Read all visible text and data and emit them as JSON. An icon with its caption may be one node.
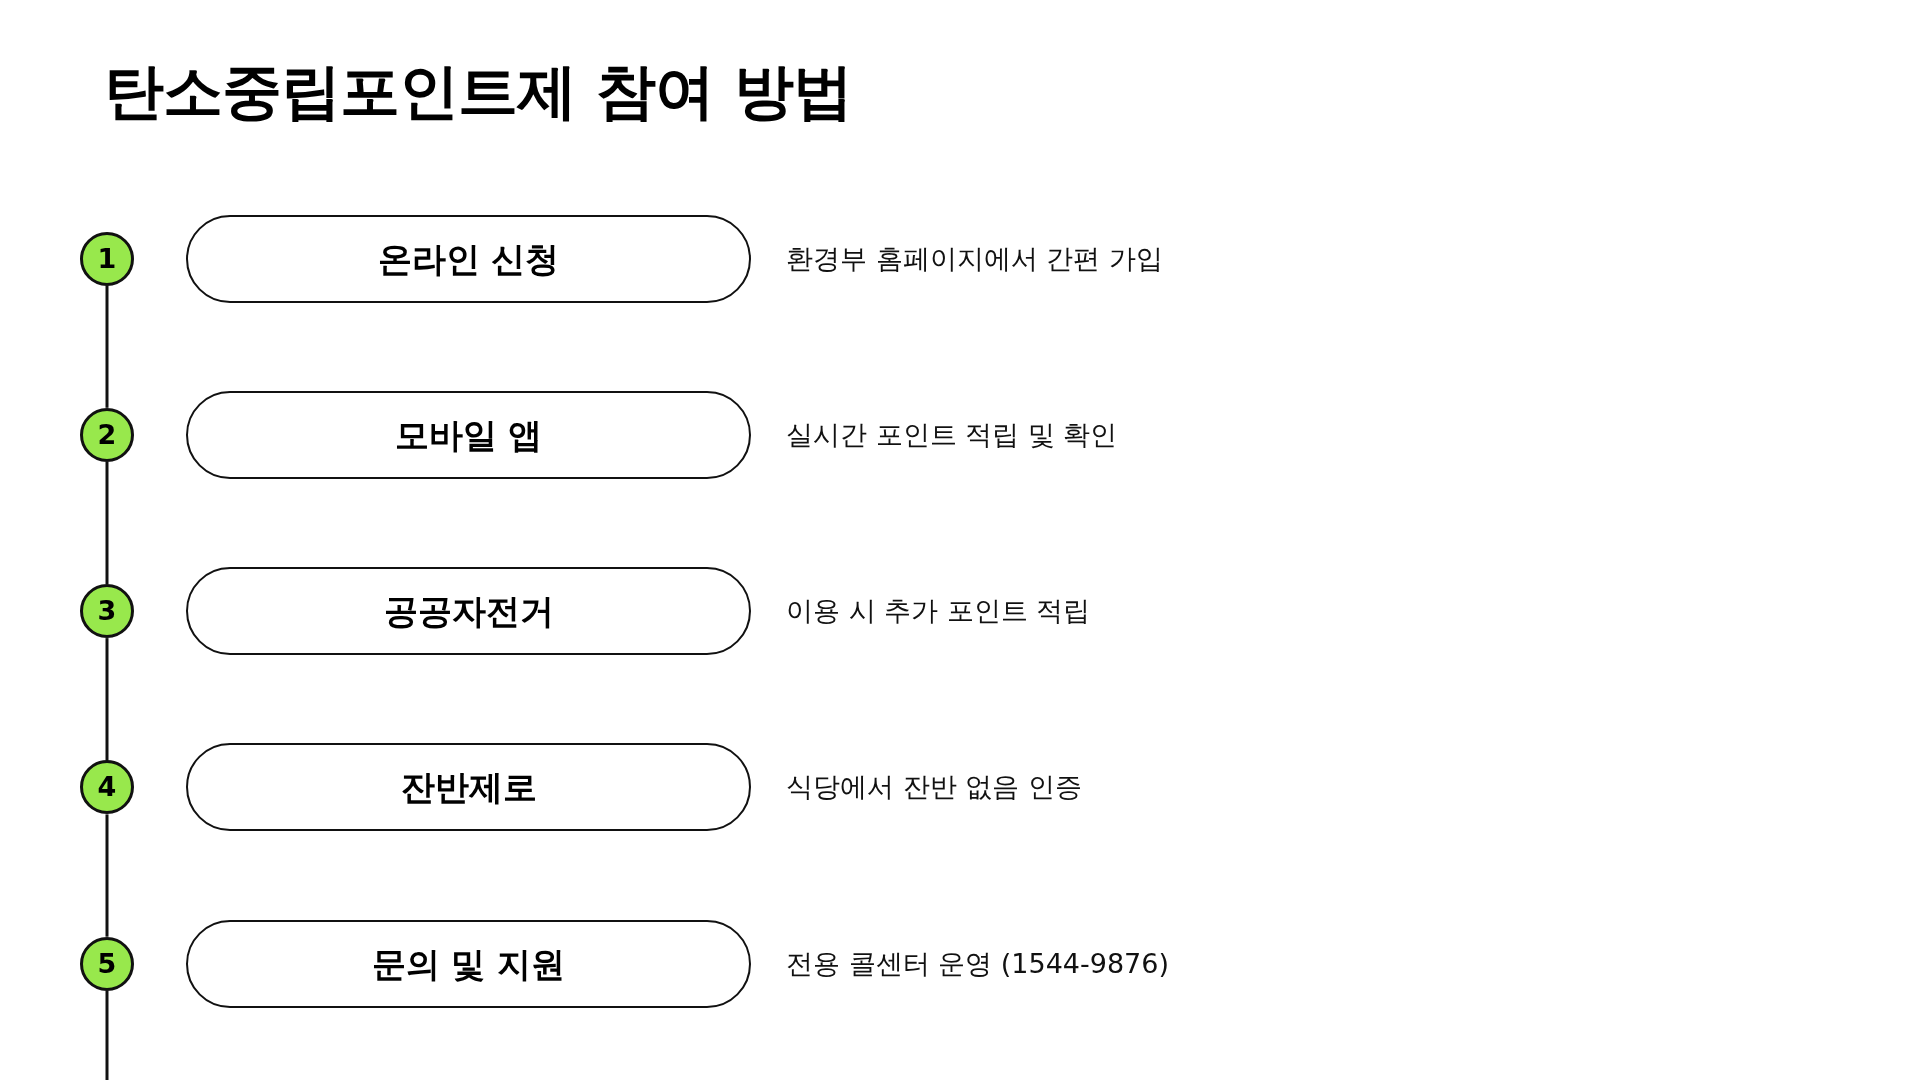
{
  "diagram": {
    "title": "탄소중립포인트제 참여 방법",
    "nodes": [
      {
        "text": [
          "1"
        ]
      },
      {
        "text": [
          "온라인 신청"
        ],
        "beside": [
          "환경부 홈페이지에서 간편 가입"
        ]
      },
      {
        "text": [
          "2"
        ]
      },
      {
        "text": [
          "모바일 앱"
        ],
        "beside": [
          "실시간 포인트 적립 및 확인"
        ]
      },
      {
        "text": [
          "3"
        ]
      },
      {
        "text": [
          "공공자전거"
        ],
        "beside": [
          "이용 시 추가 포인트 적립"
        ]
      },
      {
        "text": [
          "4"
        ]
      },
      {
        "text": [
          "잔반제로"
        ],
        "beside": [
          "식당에서 잔반 없음 인증"
        ]
      },
      {
        "text": [
          "5"
        ]
      },
      {
        "text": [
          "문의 및 지원"
        ],
        "beside": [
          "전용 콜센터 운영 (1544-9876)"
        ]
      }
    ],
    "edges": [
      {
        "from": 0,
        "to": 2,
        "arrow": "none"
      },
      {
        "from": 2,
        "to": 4,
        "arrow": "none"
      },
      {
        "from": 4,
        "to": 6,
        "arrow": "none"
      },
      {
        "from": 6,
        "to": 8,
        "arrow": "none"
      },
      {
        "from": 8,
        "to": null,
        "arrow": "none"
      }
    ]
  }
}
